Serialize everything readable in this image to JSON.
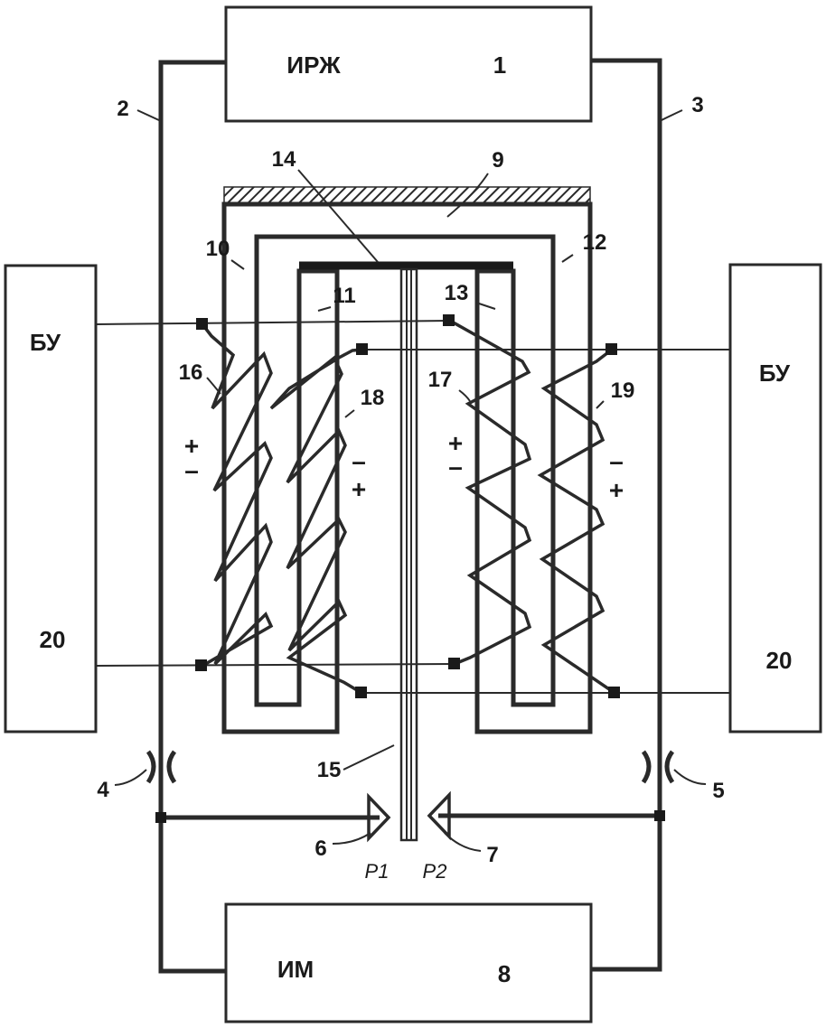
{
  "blocks": {
    "top": {
      "name": "ИРЖ",
      "number": "1"
    },
    "bottom": {
      "name": "ИМ",
      "number": "8"
    },
    "left": {
      "name": "БУ",
      "number": "20"
    },
    "right": {
      "name": "БУ",
      "number": "20"
    }
  },
  "callouts": {
    "n2": "2",
    "n3": "3",
    "n4": "4",
    "n5": "5",
    "n6": "6",
    "n7": "7",
    "n9": "9",
    "n10": "10",
    "n11": "11",
    "n12": "12",
    "n13": "13",
    "n14": "14",
    "n15": "15",
    "n16": "16",
    "n17": "17",
    "n18": "18",
    "n19": "19"
  },
  "polarity": {
    "coil16": {
      "top": "+",
      "bottom": "–"
    },
    "coil18": {
      "top": "–",
      "bottom": "+"
    },
    "coil17": {
      "top": "+",
      "bottom": "–"
    },
    "coil19": {
      "top": "–",
      "bottom": "+"
    }
  },
  "pressure": {
    "p1": "P1",
    "p2": "P2"
  }
}
